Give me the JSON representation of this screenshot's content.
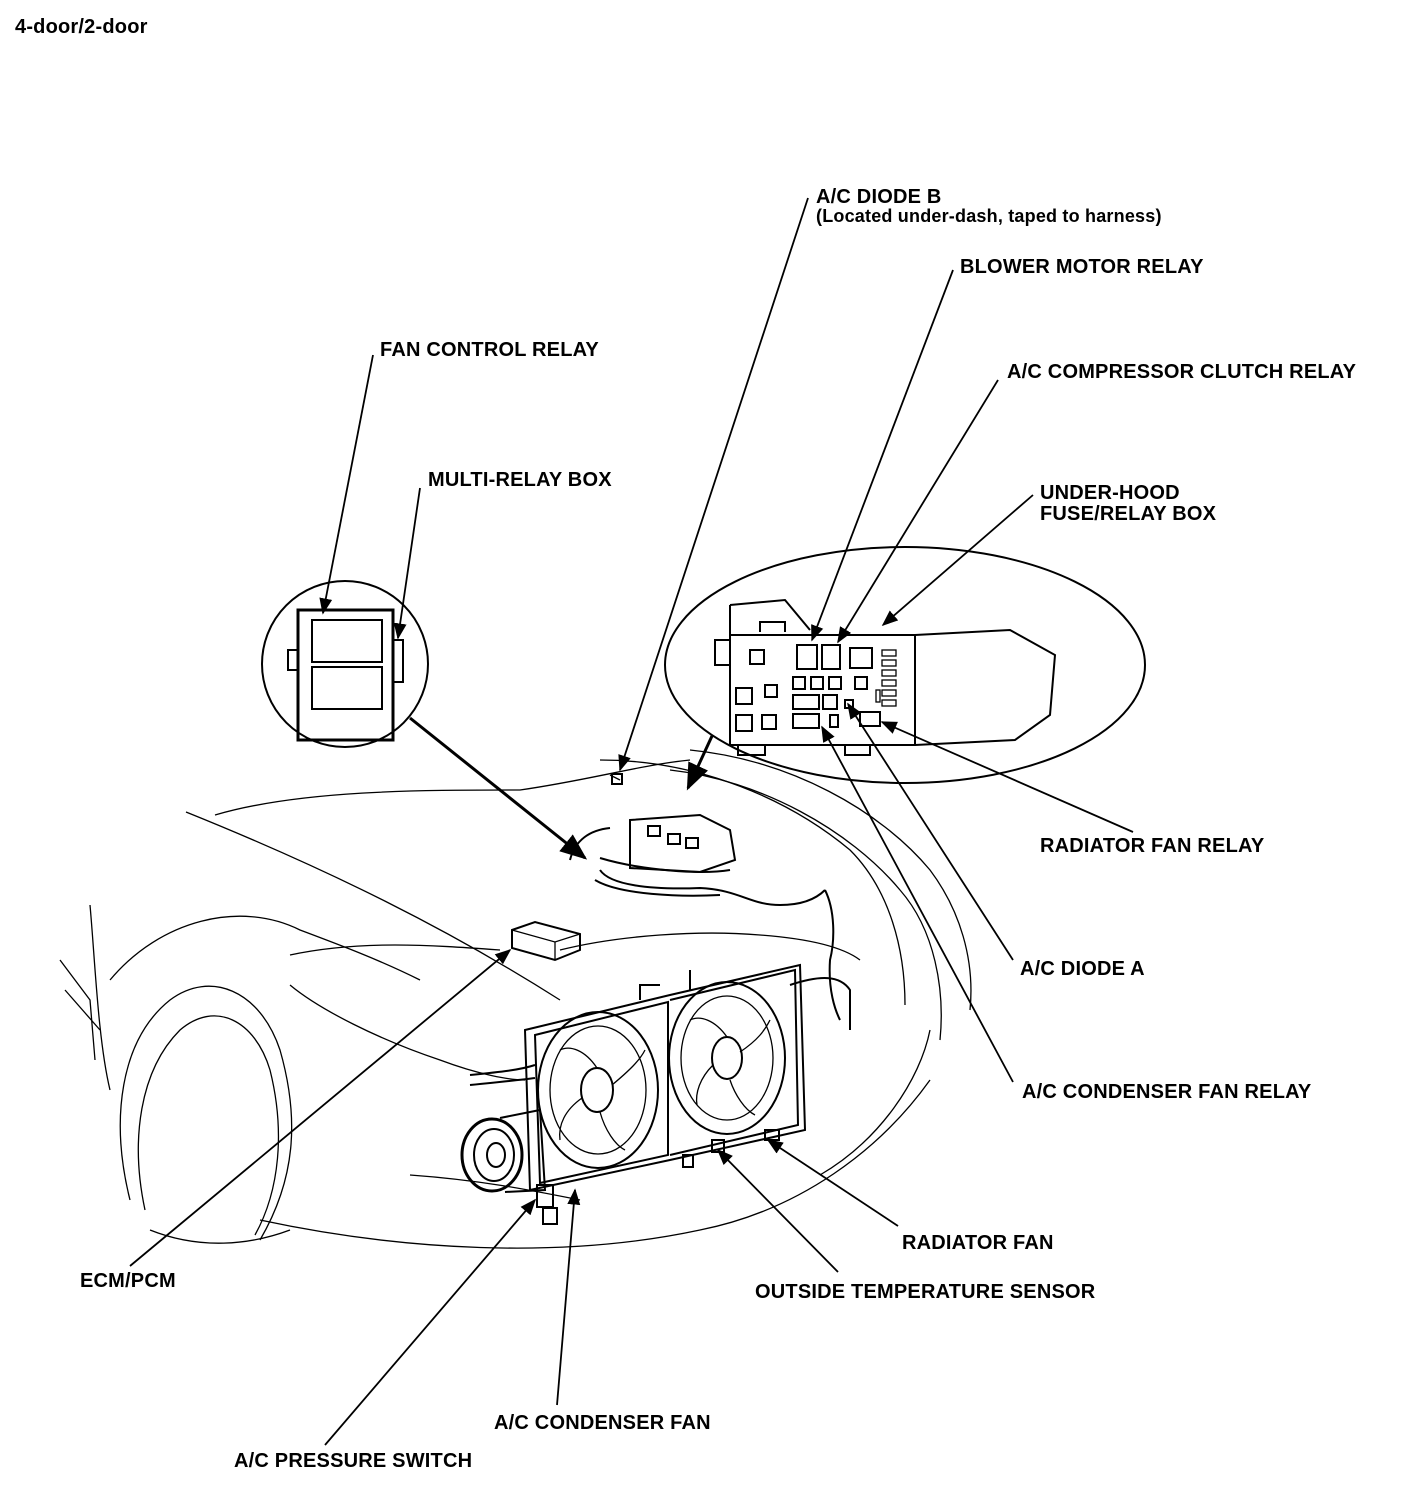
{
  "header": {
    "title": "4-door/2-door"
  },
  "labels": {
    "ac_diode_b": "A/C DIODE B",
    "ac_diode_b_note": "(Located under-dash, taped to harness)",
    "blower_motor_relay": "BLOWER MOTOR RELAY",
    "fan_control_relay": "FAN CONTROL RELAY",
    "ac_compressor_clutch_relay": "A/C COMPRESSOR CLUTCH RELAY",
    "multi_relay_box": "MULTI-RELAY BOX",
    "under_hood_line1": "UNDER-HOOD",
    "under_hood_line2": "FUSE/RELAY BOX",
    "radiator_fan_relay": "RADIATOR FAN RELAY",
    "ac_diode_a": "A/C DIODE A",
    "ac_condenser_fan_relay": "A/C CONDENSER FAN RELAY",
    "radiator_fan": "RADIATOR FAN",
    "ecm_pcm": "ECM/PCM",
    "outside_temperature_sensor": "OUTSIDE TEMPERATURE SENSOR",
    "ac_condenser_fan": "A/C CONDENSER FAN",
    "ac_pressure_switch": "A/C PRESSURE SWITCH"
  }
}
